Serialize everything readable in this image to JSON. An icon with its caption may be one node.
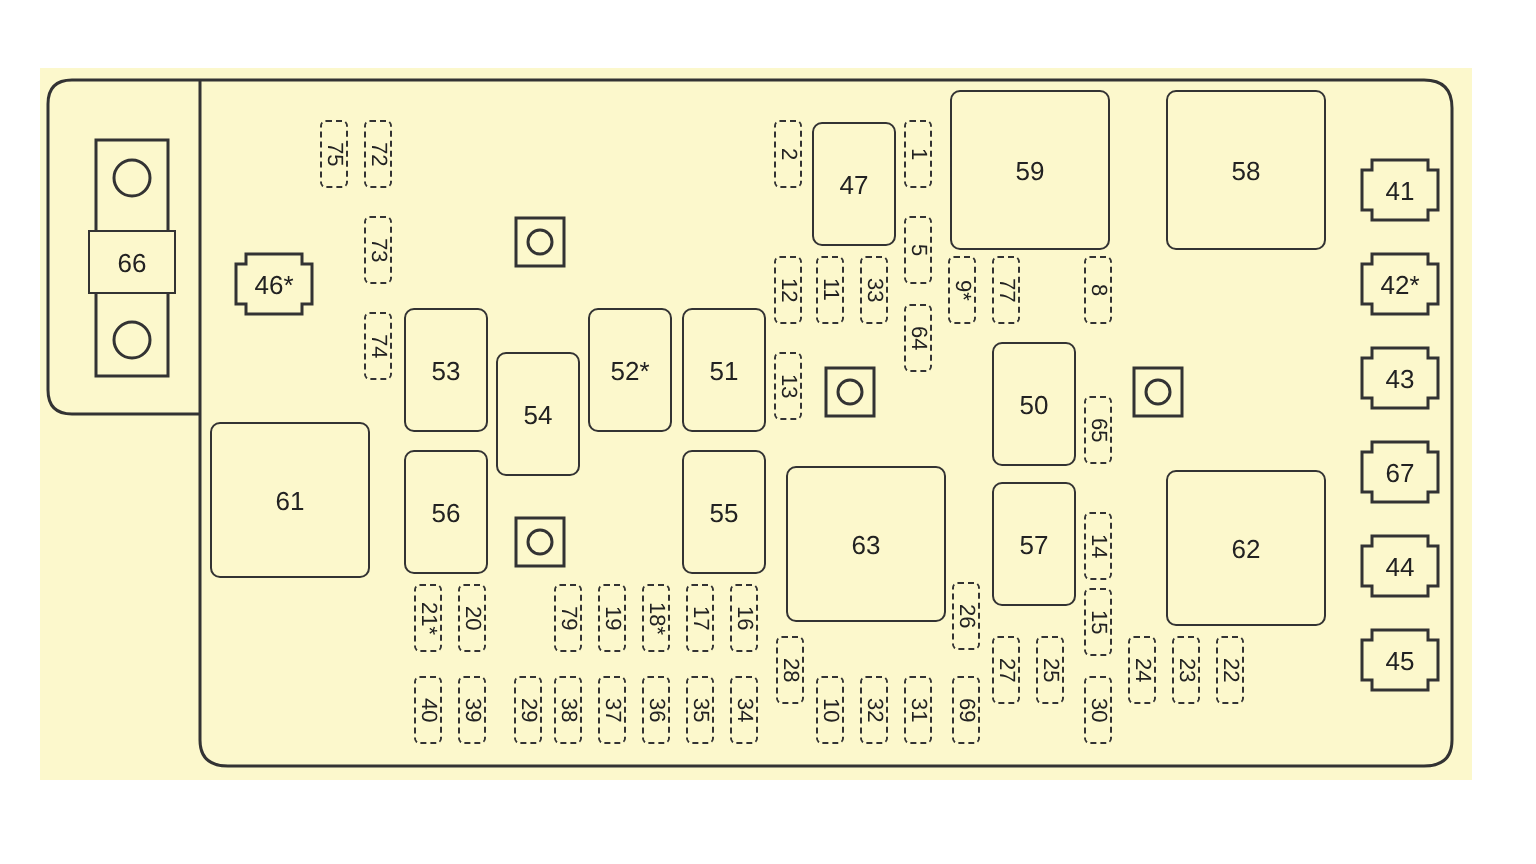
{
  "diagram": {
    "nodes": [
      {
        "text": [
          "66"
        ]
      },
      {
        "text": [
          "75"
        ]
      },
      {
        "text": [
          "72"
        ]
      },
      {
        "text": [
          "2"
        ]
      },
      {
        "text": [
          "47"
        ]
      },
      {
        "text": [
          "1"
        ]
      },
      {
        "text": [
          "59"
        ]
      },
      {
        "text": [
          "58"
        ]
      },
      {
        "text": [
          "41"
        ]
      },
      {
        "text": [
          "73"
        ]
      },
      {
        "text": [
          "46*"
        ]
      },
      {
        "text": [
          "5"
        ]
      },
      {
        "text": [
          "12"
        ]
      },
      {
        "text": [
          "11"
        ]
      },
      {
        "text": [
          "33"
        ]
      },
      {
        "text": [
          "9*"
        ]
      },
      {
        "text": [
          "77"
        ]
      },
      {
        "text": [
          "8"
        ]
      },
      {
        "text": [
          "42*"
        ]
      },
      {
        "text": [
          "74"
        ]
      },
      {
        "text": [
          "53"
        ]
      },
      {
        "text": [
          "52*"
        ]
      },
      {
        "text": [
          "51"
        ]
      },
      {
        "text": [
          "64"
        ]
      },
      {
        "text": [
          "13"
        ]
      },
      {
        "text": [
          "54"
        ]
      },
      {
        "text": [
          "50"
        ]
      },
      {
        "text": [
          "43"
        ]
      },
      {
        "text": [
          "65"
        ]
      },
      {
        "text": [
          "61"
        ]
      },
      {
        "text": [
          "56"
        ]
      },
      {
        "text": [
          "55"
        ]
      },
      {
        "text": [
          "63"
        ]
      },
      {
        "text": [
          "57"
        ]
      },
      {
        "text": [
          "62"
        ]
      },
      {
        "text": [
          "67"
        ]
      },
      {
        "text": [
          "14"
        ]
      },
      {
        "text": [
          "44"
        ]
      },
      {
        "text": [
          "21*"
        ]
      },
      {
        "text": [
          "20"
        ]
      },
      {
        "text": [
          "79"
        ]
      },
      {
        "text": [
          "19"
        ]
      },
      {
        "text": [
          "18*"
        ]
      },
      {
        "text": [
          "17"
        ]
      },
      {
        "text": [
          "16"
        ]
      },
      {
        "text": [
          "26"
        ]
      },
      {
        "text": [
          "15"
        ]
      },
      {
        "text": [
          "28"
        ]
      },
      {
        "text": [
          "27"
        ]
      },
      {
        "text": [
          "25"
        ]
      },
      {
        "text": [
          "24"
        ]
      },
      {
        "text": [
          "23"
        ]
      },
      {
        "text": [
          "22"
        ]
      },
      {
        "text": [
          "45"
        ]
      },
      {
        "text": [
          "40"
        ]
      },
      {
        "text": [
          "39"
        ]
      },
      {
        "text": [
          "29"
        ]
      },
      {
        "text": [
          "38"
        ]
      },
      {
        "text": [
          "37"
        ]
      },
      {
        "text": [
          "36"
        ]
      },
      {
        "text": [
          "35"
        ]
      },
      {
        "text": [
          "34"
        ]
      },
      {
        "text": [
          "10"
        ]
      },
      {
        "text": [
          "32"
        ]
      },
      {
        "text": [
          "31"
        ]
      },
      {
        "text": [
          "69"
        ]
      },
      {
        "text": [
          "30"
        ]
      }
    ],
    "edges": []
  }
}
